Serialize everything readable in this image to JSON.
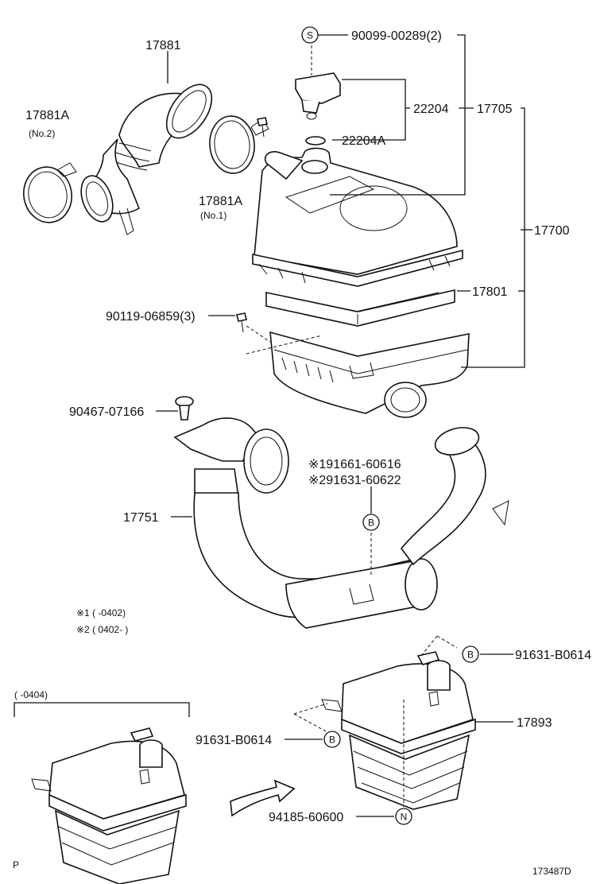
{
  "labels": {
    "p17881": "17881",
    "p17881A_2": "17881A",
    "no2": "(No.2)",
    "p17881A_1": "17881A",
    "no1": "(No.1)",
    "p90099": "90099-00289(2)",
    "p22204": "22204",
    "p17705": "17705",
    "p22204A": "22204A",
    "p17700": "17700",
    "p17801": "17801",
    "p90119": "90119-06859(3)",
    "p90467": "90467-07166",
    "p91661": "※191661-60616",
    "p91631_2": "※291631-60622",
    "p17751": "17751",
    "note1": "※1 (        -0402)",
    "note2": "※2 ( 0402-        )",
    "p91631_B1": "91631-B0614",
    "p91631_B2": "91631-B0614",
    "p17893": "17893",
    "p94185": "94185-60600",
    "range": "(    -0404)",
    "p_mark": "P",
    "fig_id": "173487D"
  },
  "markers": {
    "s": "S",
    "b": "B",
    "n": "N"
  }
}
